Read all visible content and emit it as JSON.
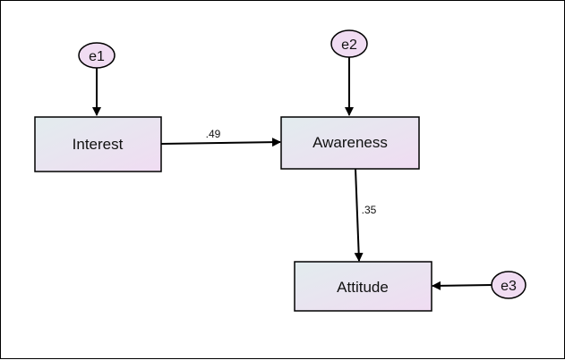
{
  "diagram": {
    "variables": {
      "interest": "Interest",
      "awareness": "Awareness",
      "attitude": "Attitude"
    },
    "errors": {
      "e1": "e1",
      "e2": "e2",
      "e3": "e3"
    },
    "paths": {
      "interest_to_awareness": ".49",
      "awareness_to_attitude": ".35"
    },
    "colors": {
      "box_gradient_start": "#e2ecee",
      "box_gradient_end": "#f0dcf2",
      "error_fill": "#f0dcf2",
      "stroke": "#000000"
    }
  }
}
